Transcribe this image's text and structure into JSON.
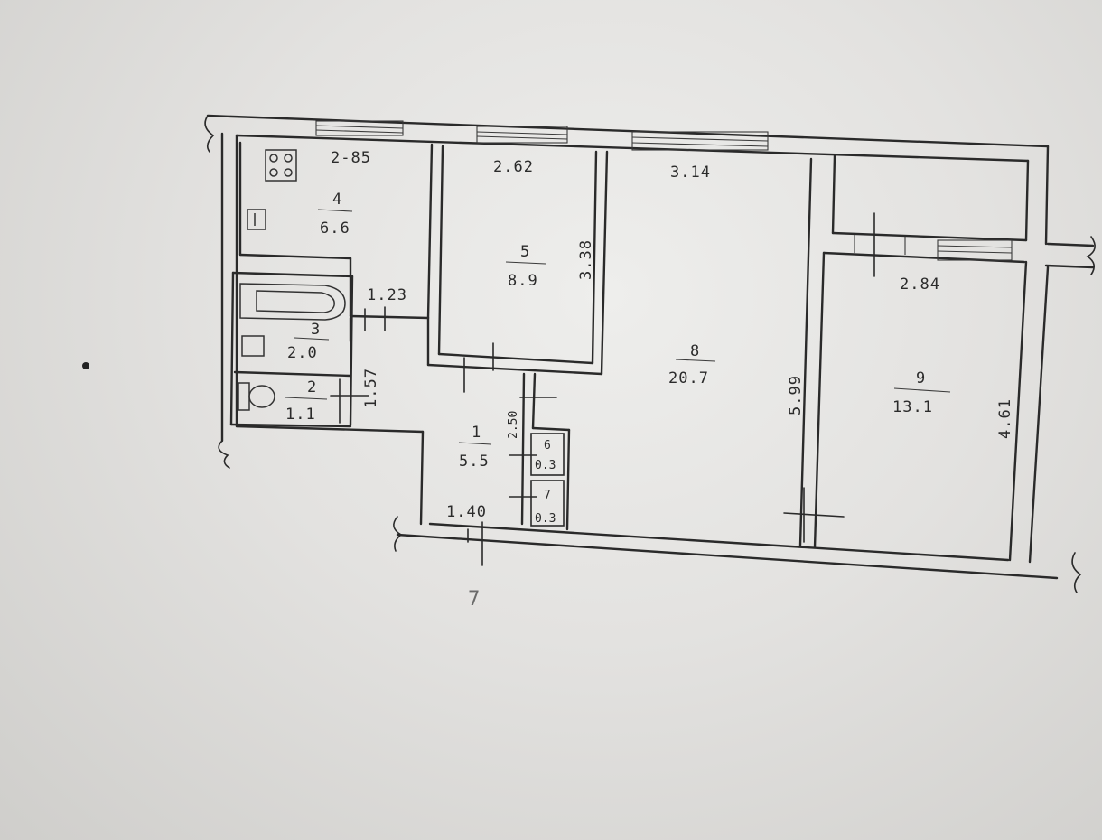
{
  "rooms": [
    {
      "number": "1",
      "area": "5.5"
    },
    {
      "number": "2",
      "area": "1.1"
    },
    {
      "number": "3",
      "area": "2.0"
    },
    {
      "number": "4",
      "area": "6.6"
    },
    {
      "number": "5",
      "area": "8.9"
    },
    {
      "number": "6",
      "area": "0.3"
    },
    {
      "number": "7",
      "area": "0.3"
    },
    {
      "number": "8",
      "area": "20.7"
    },
    {
      "number": "9",
      "area": "13.1"
    }
  ],
  "dimensions": {
    "kitchen_width": "2-85",
    "room5_width": "2.62",
    "room8_width": "3.14",
    "room9_width": "2.84",
    "room5_length": "3.38",
    "room8_length": "5.99",
    "room9_length": "4.61",
    "corridor_width": "1.23",
    "bath_corridor_length": "1.57",
    "hall_length": "2.50",
    "hall_width": "1.40"
  },
  "pencil_note": "7"
}
